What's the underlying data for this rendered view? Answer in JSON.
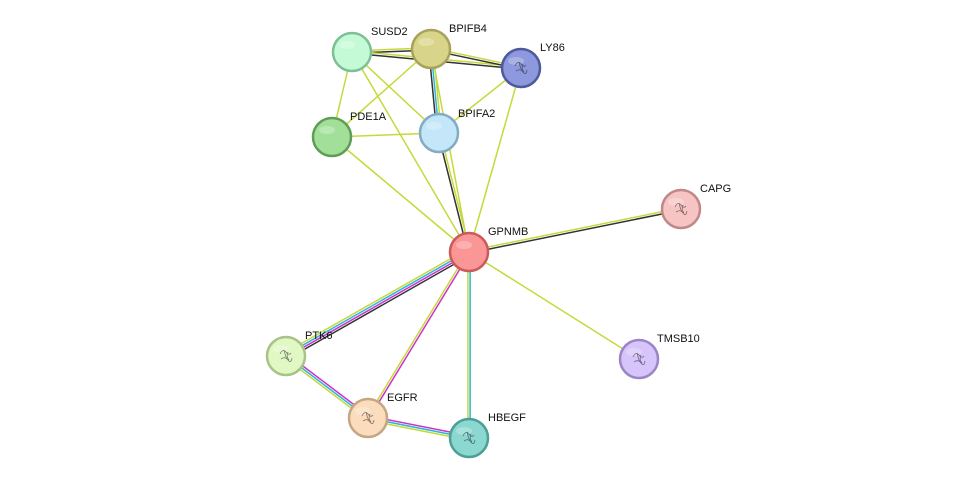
{
  "network": {
    "nodes": [
      {
        "id": "SUSD2",
        "label": "SUSD2",
        "color": "#c4fbd6",
        "border": "#7fbf96",
        "structure": false
      },
      {
        "id": "BPIFB4",
        "label": "BPIFB4",
        "color": "#d8d58a",
        "border": "#a7a35a",
        "structure": false
      },
      {
        "id": "LY86",
        "label": "LY86",
        "color": "#8d98dd",
        "border": "#4f5a9c",
        "structure": true
      },
      {
        "id": "PDE1A",
        "label": "PDE1A",
        "color": "#a2e09a",
        "border": "#5e9e56",
        "structure": false
      },
      {
        "id": "BPIFA2",
        "label": "BPIFA2",
        "color": "#c3e6f9",
        "border": "#84abc2",
        "structure": false
      },
      {
        "id": "CAPG",
        "label": "CAPG",
        "color": "#f7c4c4",
        "border": "#c08888",
        "structure": true
      },
      {
        "id": "GPNMB",
        "label": "GPNMB",
        "color": "#fb9696",
        "border": "#cc5a5a",
        "structure": false
      },
      {
        "id": "TMSB10",
        "label": "TMSB10",
        "color": "#d6c4fa",
        "border": "#9a86c6",
        "structure": true
      },
      {
        "id": "PTK6",
        "label": "PTK6",
        "color": "#e2f8c4",
        "border": "#a9c287",
        "structure": true
      },
      {
        "id": "EGFR",
        "label": "EGFR",
        "color": "#fbdcbc",
        "border": "#c5a683",
        "structure": true
      },
      {
        "id": "HBEGF",
        "label": "HBEGF",
        "color": "#8ad8d0",
        "border": "#4c9e96",
        "structure": true
      }
    ],
    "edges": [
      {
        "source": "SUSD2",
        "target": "BPIFB4",
        "colors": [
          "#c6d93a",
          "#333333"
        ]
      },
      {
        "source": "SUSD2",
        "target": "LY86",
        "colors": [
          "#c6d93a",
          "#333333"
        ]
      },
      {
        "source": "SUSD2",
        "target": "PDE1A",
        "colors": [
          "#c6d93a"
        ]
      },
      {
        "source": "SUSD2",
        "target": "BPIFA2",
        "colors": [
          "#c6d93a"
        ]
      },
      {
        "source": "SUSD2",
        "target": "GPNMB",
        "colors": [
          "#c6d93a"
        ]
      },
      {
        "source": "BPIFB4",
        "target": "LY86",
        "colors": [
          "#c6d93a",
          "#333333"
        ]
      },
      {
        "source": "BPIFB4",
        "target": "PDE1A",
        "colors": [
          "#c6d93a"
        ]
      },
      {
        "source": "BPIFB4",
        "target": "BPIFA2",
        "colors": [
          "#c6d93a",
          "#2bb6d8",
          "#333333"
        ]
      },
      {
        "source": "BPIFB4",
        "target": "GPNMB",
        "colors": [
          "#c6d93a"
        ]
      },
      {
        "source": "LY86",
        "target": "BPIFA2",
        "colors": [
          "#c6d93a"
        ]
      },
      {
        "source": "LY86",
        "target": "GPNMB",
        "colors": [
          "#c6d93a"
        ]
      },
      {
        "source": "PDE1A",
        "target": "BPIFA2",
        "colors": [
          "#c6d93a"
        ]
      },
      {
        "source": "PDE1A",
        "target": "GPNMB",
        "colors": [
          "#c6d93a"
        ]
      },
      {
        "source": "BPIFA2",
        "target": "GPNMB",
        "colors": [
          "#c6d93a",
          "#333333"
        ]
      },
      {
        "source": "GPNMB",
        "target": "CAPG",
        "colors": [
          "#c6d93a",
          "#333333"
        ]
      },
      {
        "source": "GPNMB",
        "target": "TMSB10",
        "colors": [
          "#c6d93a"
        ]
      },
      {
        "source": "GPNMB",
        "target": "PTK6",
        "colors": [
          "#333333",
          "#cc33cc",
          "#2bb6d8",
          "#c6d93a"
        ]
      },
      {
        "source": "GPNMB",
        "target": "EGFR",
        "colors": [
          "#cc33cc",
          "#c6d93a"
        ]
      },
      {
        "source": "GPNMB",
        "target": "HBEGF",
        "colors": [
          "#2bb6d8",
          "#c6d93a"
        ]
      },
      {
        "source": "PTK6",
        "target": "EGFR",
        "colors": [
          "#cc33cc",
          "#2bb6d8",
          "#c6d93a"
        ]
      },
      {
        "source": "EGFR",
        "target": "HBEGF",
        "colors": [
          "#cc33cc",
          "#2bb6d8",
          "#c6d93a"
        ]
      }
    ]
  }
}
